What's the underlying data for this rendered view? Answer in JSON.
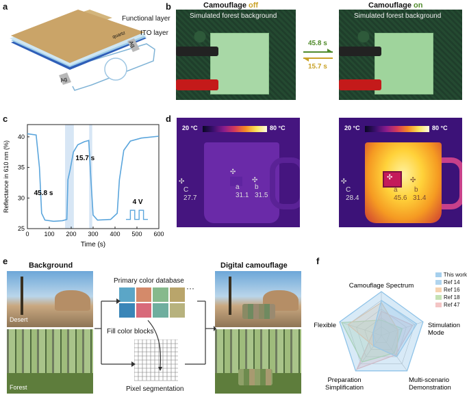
{
  "panels": {
    "a": "a",
    "b": "b",
    "c": "c",
    "d": "d",
    "e": "e",
    "f": "f"
  },
  "panel_a": {
    "functional_layer": "Functional layer",
    "ito_layer": "ITO layer",
    "quartz": "quartz",
    "ag_top": "Ag",
    "ag_bottom": "Ag"
  },
  "panel_b": {
    "title_off_prefix": "Camouflage ",
    "title_off_word": "off",
    "title_on_prefix": "Camouflage ",
    "title_on_word": "on",
    "bg_label_left": "Simulated forest background",
    "bg_label_right": "Simulated forest background",
    "time_forward": "45.8 s",
    "time_back": "15.7 s",
    "color_off": "#c9a227",
    "color_on": "#4f8a2a"
  },
  "panel_c": {
    "ylabel": "Reflectance in 610 nm (%)",
    "xlabel": "Time (s)",
    "ann_458": "45.8 s",
    "ann_157": "15.7 s",
    "ann_voltage": "4 V",
    "line_color": "#5aa5dc",
    "shade_color": "#d7e6f5"
  },
  "panel_d": {
    "left": {
      "cmin": "20 °C",
      "cmax": "80 °C",
      "c_label": "C",
      "c_val": "27.7",
      "a_label": "a",
      "a_val": "31.1",
      "b_label": "b",
      "b_val": "31.5"
    },
    "right": {
      "cmin": "20 °C",
      "cmax": "80 °C",
      "c_label": "C",
      "c_val": "28.4",
      "a_label": "a",
      "a_val": "45.6",
      "b_label": "b",
      "b_val": "31.4"
    }
  },
  "panel_e": {
    "background": "Background",
    "digital": "Digital camouflage",
    "primary_db": "Primary color database",
    "fill": "Fill color blocks",
    "pixel": "Pixel segmentation",
    "desert": "Desert",
    "forest": "Forest",
    "dots": "···",
    "db_colors": [
      "#5ba6c7",
      "#d48a6a",
      "#86b98c",
      "#b9a56b",
      "#3a86b8",
      "#d86a7a",
      "#6fae9e",
      "#b7b27e"
    ]
  },
  "chart_data": [
    {
      "type": "line",
      "title": "",
      "xlabel": "Time (s)",
      "ylabel": "Reflectance in 610 nm (%)",
      "xlim": [
        0,
        600
      ],
      "ylim": [
        25,
        42
      ],
      "xticks": [
        0,
        100,
        200,
        300,
        400,
        500,
        600
      ],
      "yticks": [
        25,
        30,
        35,
        40
      ],
      "series": [
        {
          "x": [
            0,
            40,
            55,
            65,
            80,
            120,
            160,
            180,
            185,
            195,
            210,
            230,
            260,
            280,
            290,
            300,
            320,
            380,
            410,
            420,
            440,
            470,
            520,
            600
          ],
          "y": [
            40.5,
            40.3,
            35,
            27.5,
            26.4,
            26.2,
            26.3,
            26.5,
            33,
            34.6,
            37.5,
            38.7,
            39.2,
            39.4,
            33,
            27.2,
            26.4,
            26.5,
            27.5,
            33,
            37.8,
            39.3,
            39.8,
            40.1
          ]
        }
      ],
      "shaded_x_ranges": [
        [
          172,
          212
        ],
        [
          282,
          296
        ]
      ],
      "annotations": [
        "45.8 s",
        "15.7 s",
        "4 V"
      ]
    },
    {
      "type": "radar",
      "axes": [
        "Camouflage Spectrum",
        "Stimulation Mode",
        "Multi-scenario Demonstration",
        "Preparation Simplification",
        "Flexible"
      ],
      "series": [
        {
          "name": "This work",
          "values": [
            1.0,
            1.0,
            1.0,
            1.0,
            1.0
          ],
          "color": "#8fc3e8"
        },
        {
          "name": "Ref 14",
          "values": [
            0.8,
            0.85,
            0.6,
            0.3,
            0.2
          ],
          "color": "#9cc9ea"
        },
        {
          "name": "Ref 16",
          "values": [
            0.75,
            0.4,
            0.6,
            0.3,
            0.8
          ],
          "color": "#f4c79a"
        },
        {
          "name": "Ref 18",
          "values": [
            0.35,
            0.5,
            0.5,
            0.75,
            0.95
          ],
          "color": "#b5d9a0"
        },
        {
          "name": "Ref 47",
          "values": [
            0.55,
            0.75,
            0.55,
            0.95,
            0.2
          ],
          "color": "#f1b7b7"
        }
      ],
      "grid_levels": 5
    }
  ]
}
